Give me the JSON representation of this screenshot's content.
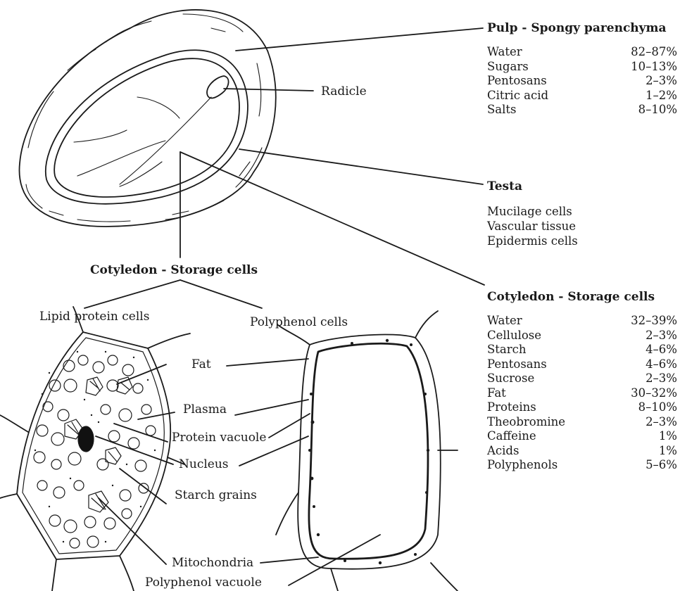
{
  "diagram": {
    "bean_labels": {
      "radicle": "Radicle",
      "cotyledon_storage": "Cotyledon - Storage cells",
      "lipid_protein_cells": "Lipid protein cells",
      "polyphenol_cells": "Polyphenol cells"
    },
    "cell_labels": {
      "fat": "Fat",
      "plasma": "Plasma",
      "protein_vacuole": "Protein vacuole",
      "nucleus": "Nucleus",
      "starch_grains": "Starch grains",
      "mitochondria": "Mitochondria",
      "polyphenol_vacuole": "Polyphenol vacuole"
    }
  },
  "pulp": {
    "title": "Pulp - Spongy parenchyma",
    "rows": [
      {
        "name": "Water",
        "value": "82–87%"
      },
      {
        "name": "Sugars",
        "value": "10–13%"
      },
      {
        "name": "Pentosans",
        "value": "2–3%"
      },
      {
        "name": "Citric acid",
        "value": "1–2%"
      },
      {
        "name": "Salts",
        "value": "8–10%"
      }
    ]
  },
  "testa": {
    "title": "Testa",
    "items": [
      "Mucilage cells",
      "Vascular tissue",
      "Epidermis cells"
    ]
  },
  "cotyledon": {
    "title": "Cotyledon - Storage cells",
    "rows": [
      {
        "name": "Water",
        "value": "32–39%"
      },
      {
        "name": "Cellulose",
        "value": "2–3%"
      },
      {
        "name": "Starch",
        "value": "4–6%"
      },
      {
        "name": "Pentosans",
        "value": "4–6%"
      },
      {
        "name": "Sucrose",
        "value": "2–3%"
      },
      {
        "name": "Fat",
        "value": "30–32%"
      },
      {
        "name": "Proteins",
        "value": "8–10%"
      },
      {
        "name": "Theobromine",
        "value": "2–3%"
      },
      {
        "name": "Caffeine",
        "value": "1%"
      },
      {
        "name": "Acids",
        "value": "1%"
      },
      {
        "name": "Polyphenols",
        "value": "5–6%"
      }
    ]
  }
}
